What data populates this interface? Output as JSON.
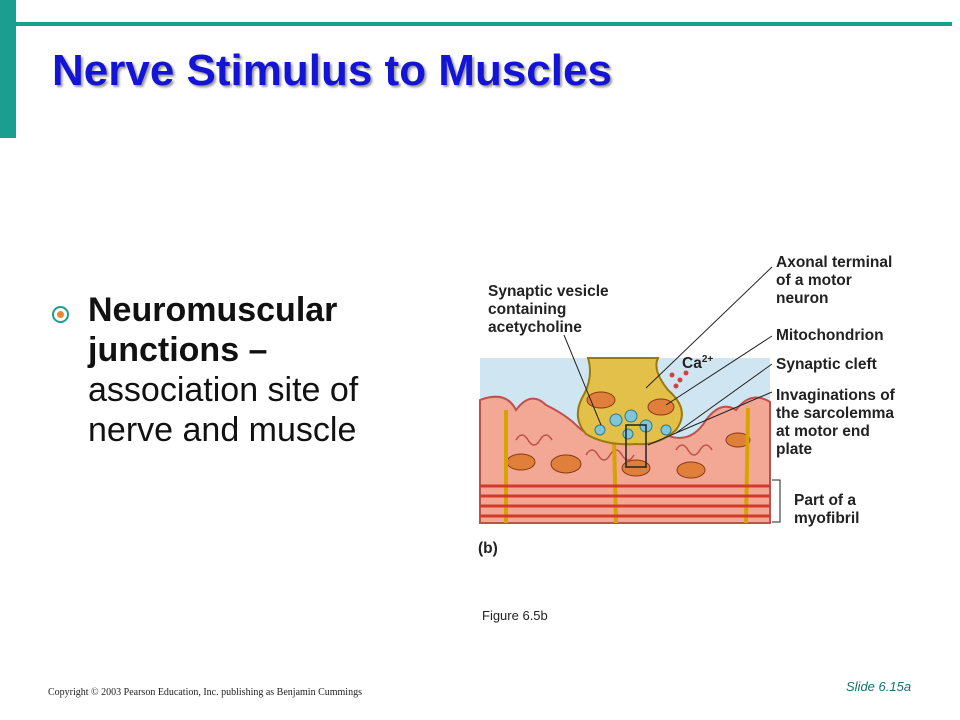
{
  "slide": {
    "title": "Nerve Stimulus to Muscles",
    "bullet": {
      "term": "Neuromuscular junctions",
      "dash": " – ",
      "description": "association site of nerve and muscle"
    },
    "figure": {
      "labels": {
        "vesicle_1": "Synaptic vesicle",
        "vesicle_2": "containing",
        "vesicle_3": "acetycholine",
        "axonal_1": "Axonal terminal",
        "axonal_2": "of a motor",
        "axonal_3": "neuron",
        "mito": "Mitochondrion",
        "cleft": "Synaptic cleft",
        "inv_1": "Invaginations of",
        "inv_2": "the sarcolemma",
        "inv_3": "at motor end",
        "inv_4": "plate",
        "myo_1": "Part of a",
        "myo_2": "myofibril",
        "ca": "Ca",
        "ca_sup": "2+",
        "panel": "(b)"
      },
      "caption": "Figure 6.5b"
    },
    "copyright": "Copyright © 2003 Pearson Education, Inc. publishing as Benjamin Cummings",
    "slide_number": "Slide 6.15a"
  },
  "colors": {
    "accent": "#1a9e8f",
    "title": "#1414d6",
    "bullet_dot": "#e68a2e"
  }
}
